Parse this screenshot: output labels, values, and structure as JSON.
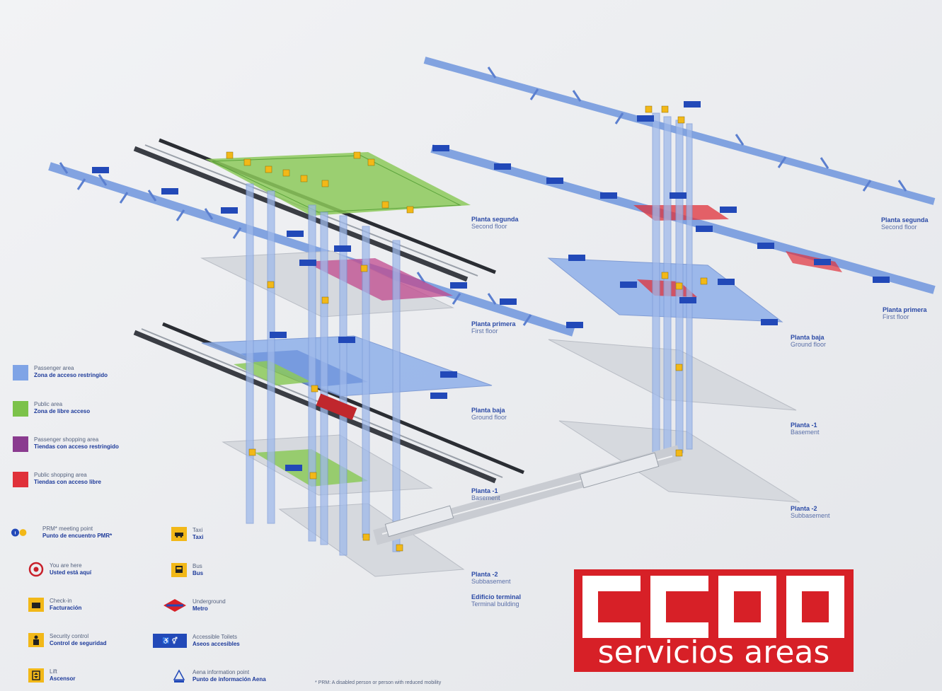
{
  "colors": {
    "background": "#e9ebee",
    "passenger_area": "#7fa4e6",
    "public_area": "#7cc24a",
    "passenger_shopping": "#b64aa0",
    "public_shopping": "#e0313a",
    "text_blue": "#2b4aa6",
    "logo_red": "#d72027"
  },
  "floors_left": [
    {
      "es": "Planta segunda",
      "en": "Second floor"
    },
    {
      "es": "Planta primera",
      "en": "First floor"
    },
    {
      "es": "Planta baja",
      "en": "Ground floor"
    },
    {
      "es": "Planta -1",
      "en": "Basement"
    },
    {
      "es": "Planta -2",
      "en": "Subbasement"
    },
    {
      "es": "Edificio terminal",
      "en": "Terminal building"
    }
  ],
  "floors_right": [
    {
      "es": "Planta segunda",
      "en": "Second floor"
    },
    {
      "es": "Planta primera",
      "en": "First floor"
    },
    {
      "es": "Planta baja",
      "en": "Ground floor"
    },
    {
      "es": "Planta -1",
      "en": "Basement"
    },
    {
      "es": "Planta -2",
      "en": "Subbasement"
    }
  ],
  "legend_areas": [
    {
      "en": "Passenger area",
      "es": "Zona de acceso restringido",
      "color": "#7fa4e6"
    },
    {
      "en": "Public area",
      "es": "Zona de libre acceso",
      "color": "#7cc24a"
    },
    {
      "en": "Passenger shopping area",
      "es": "Tiendas con acceso restringido",
      "color": "#8a3b8f"
    },
    {
      "en": "Public shopping area",
      "es": "Tiendas con acceso libre",
      "color": "#e0313a"
    }
  ],
  "legend_icons_left": [
    {
      "icon": "info-prm-icon",
      "en": "PRM* meeting point",
      "es": "Punto de encuentro PMR*"
    },
    {
      "icon": "you-are-here-icon",
      "en": "You are here",
      "es": "Usted está aquí"
    },
    {
      "icon": "check-in-icon",
      "en": "Check-in",
      "es": "Facturación"
    },
    {
      "icon": "security-icon",
      "en": "Security control",
      "es": "Control de seguridad"
    },
    {
      "icon": "lift-icon",
      "en": "Lift",
      "es": "Ascensor"
    }
  ],
  "legend_icons_right": [
    {
      "icon": "taxi-icon",
      "en": "Taxi",
      "es": "Taxi"
    },
    {
      "icon": "bus-icon",
      "en": "Bus",
      "es": "Bus"
    },
    {
      "icon": "metro-icon",
      "en": "Underground",
      "es": "Metro"
    },
    {
      "icon": "accessible-toilets-icon",
      "en": "Accessible Toilets",
      "es": "Aseos accesibles"
    },
    {
      "icon": "aena-info-icon",
      "en": "Aena information point",
      "es": "Punto de información Aena"
    }
  ],
  "footnote": "* PRM: A disabled person or person with reduced mobility",
  "logo": {
    "text": "CCOO",
    "subtitle": "servicios areas"
  }
}
